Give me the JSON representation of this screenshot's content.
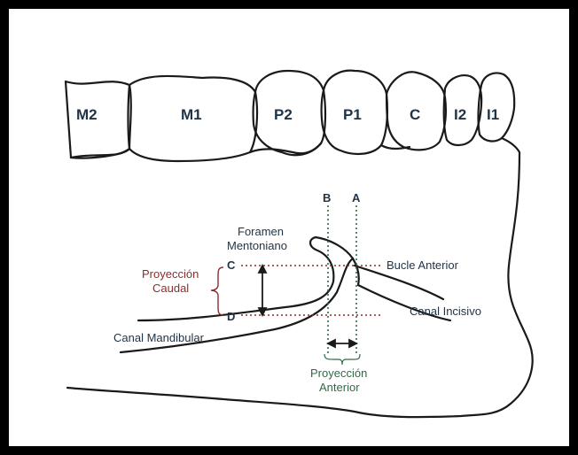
{
  "teeth": [
    {
      "id": "m2",
      "label": "M2"
    },
    {
      "id": "m1",
      "label": "M1"
    },
    {
      "id": "p2",
      "label": "P2"
    },
    {
      "id": "p1",
      "label": "P1"
    },
    {
      "id": "c",
      "label": "C"
    },
    {
      "id": "i2",
      "label": "I2"
    },
    {
      "id": "i1",
      "label": "I1"
    }
  ],
  "labels": {
    "line_b": "B",
    "line_a": "A",
    "foramen_line1": "Foramen",
    "foramen_line2": "Mentoniano",
    "point_c": "C",
    "point_d": "D",
    "bucle_anterior": "Bucle Anterior",
    "caudal_line1": "Proyección",
    "caudal_line2": "Caudal",
    "canal_incisivo": "Canal Incisivo",
    "canal_mandibular": "Canal Mandibular",
    "anterior_line1": "Proyección",
    "anterior_line2": "Anterior"
  },
  "colors": {
    "outline": "#1a1a1a",
    "dark_label": "#1f3346",
    "caudal_label": "#8a2e2e",
    "anterior_label": "#2f6b46",
    "red_dotted": "#8b2a2a",
    "green_dotted": "#2f6b46"
  }
}
